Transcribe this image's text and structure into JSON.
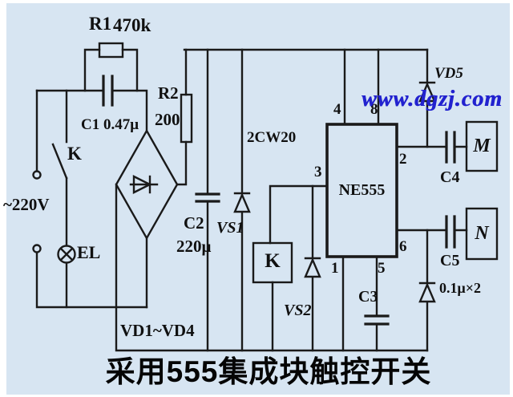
{
  "caption": "采用555集成块触控开关",
  "watermark": "www.dgzj.com",
  "colors": {
    "background": "#d7e5f2",
    "frame": "#ffffff",
    "wire": "#1a1a1a",
    "watermark_blue": "#2222cf",
    "text": "#101010"
  },
  "labels": {
    "r1_ref": "R1",
    "r1_val": "470k",
    "c1": "C1 0.47μ",
    "switch_k": "K",
    "mains": "~220V",
    "lamp": "EL",
    "r2_ref": "R2",
    "r2_val": "200",
    "zener_type": "2CW20",
    "c2_ref": "C2",
    "c2_val": "220μ",
    "vs1": "VS1",
    "bridge": "VD1~VD4",
    "relay_k": "K",
    "vs2": "VS2",
    "ic": "NE555",
    "vd5": "VD5",
    "c3": "C3",
    "c4": "C4",
    "c5": "C5",
    "cap_note": "0.1μ×2",
    "load_m": "M",
    "load_n": "N"
  },
  "ic_pins": {
    "p1": "1",
    "p2": "2",
    "p3": "3",
    "p4": "4",
    "p5": "5",
    "p6": "6",
    "p8": "8"
  }
}
